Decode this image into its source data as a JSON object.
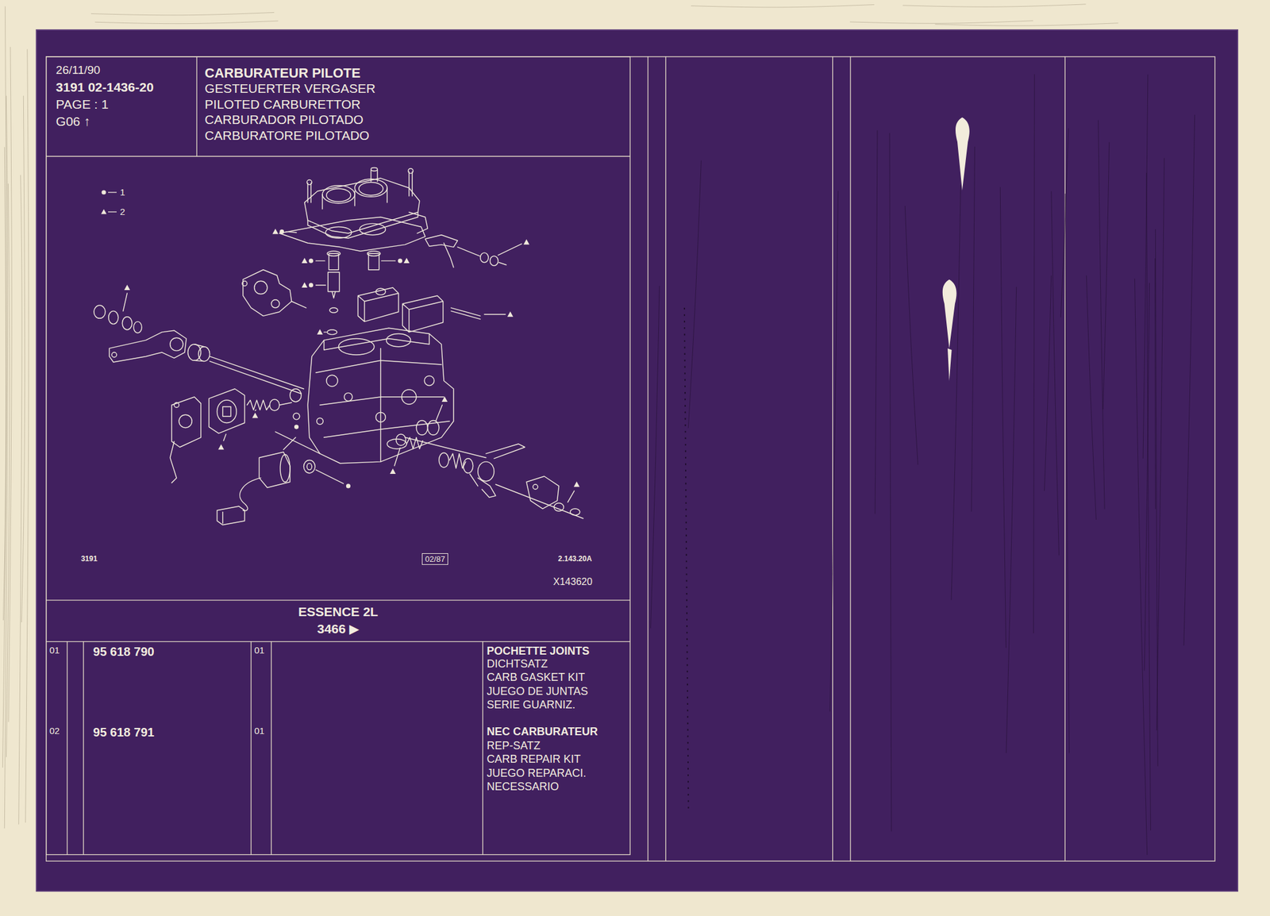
{
  "diagram": {
    "nodes": [
      {
        "text": [
          "26/11/90",
          "3191 02-1436-20",
          "PAGE : 1",
          "G06 ↑"
        ]
      },
      {
        "text": [
          "CARBURATEUR PILOTE",
          "GESTEUERTER VERGASER",
          "PILOTED CARBURETTOR",
          "CARBURADOR PILOTADO",
          "CARBURATORE PILOTADO"
        ]
      },
      {
        "text": [
          "02/87"
        ]
      },
      {
        "text": [
          "ESSENCE 2L",
          "3466 ▶"
        ]
      }
    ],
    "labels": [
      "3191",
      "2.143.20A",
      "X143620",
      "01",
      "95 618 790",
      "01",
      "POCHETTE JOINTS",
      "DICHTSATZ",
      "CARB GASKET KIT",
      "JUEGO DE JUNTAS",
      "SERIE GUARNIZ.",
      "02",
      "95 618 791",
      "01",
      "NEC CARBURATEUR",
      "REP-SATZ",
      "CARB REPAIR KIT",
      "JUEGO REPARACI.",
      "NECESSARIO"
    ],
    "legend": [
      {
        "text": "1"
      },
      {
        "text": "2"
      }
    ]
  }
}
